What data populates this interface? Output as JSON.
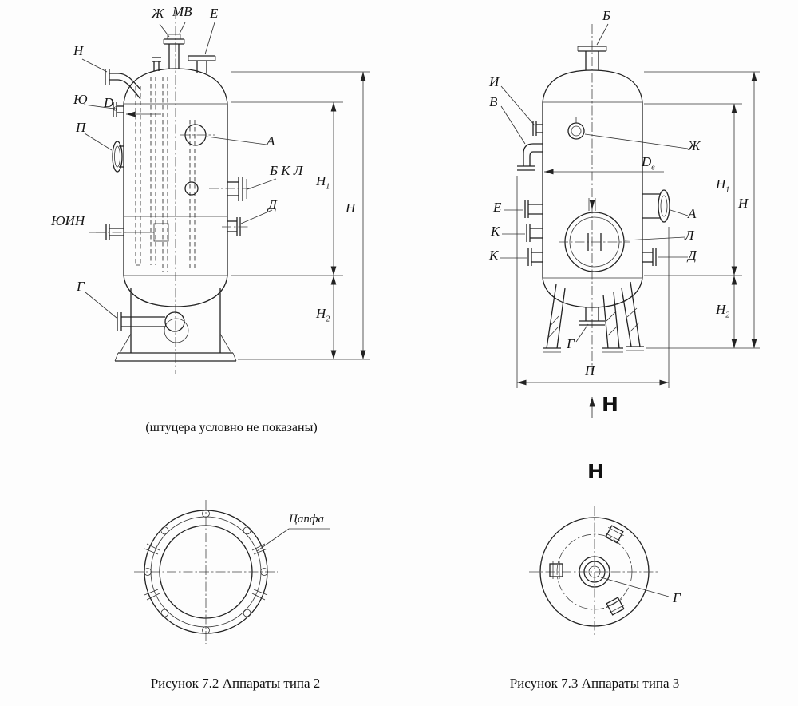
{
  "fig2": {
    "labels": {
      "zh": "Ж",
      "mv": "МВ",
      "e": "Е",
      "n": "Н",
      "yu": "Ю",
      "p": "П",
      "dv": {
        "base": "D",
        "sub": "в"
      },
      "a": "А",
      "bkl": "Б К Л",
      "d": "Д",
      "yuin": "ЮИН",
      "g": "Г"
    },
    "dims": {
      "h1": {
        "base": "Н",
        "sub": "1"
      },
      "h": "Н",
      "h2": {
        "base": "Н",
        "sub": "2"
      }
    },
    "note": "(штуцера условно не показаны)",
    "top_view_label": "Цапфа",
    "caption": "Рисунок 7.2 Аппараты типа 2"
  },
  "fig3": {
    "labels": {
      "b": "Б",
      "i": "И",
      "v": "В",
      "zh": "Ж",
      "dv": {
        "base": "D",
        "sub": "в"
      },
      "e": "Е",
      "k1": "К",
      "k2": "К",
      "a": "А",
      "l": "Л",
      "d": "Д",
      "g": "Г"
    },
    "dims": {
      "h1": {
        "base": "Н",
        "sub": "1"
      },
      "h": "Н",
      "h2": {
        "base": "Н",
        "sub": "2"
      },
      "p": "П"
    },
    "view_arrow_label": "Н",
    "view_title": "Н",
    "top_view_label": "Г",
    "caption": "Рисунок 7.3 Аппараты типа 3"
  }
}
